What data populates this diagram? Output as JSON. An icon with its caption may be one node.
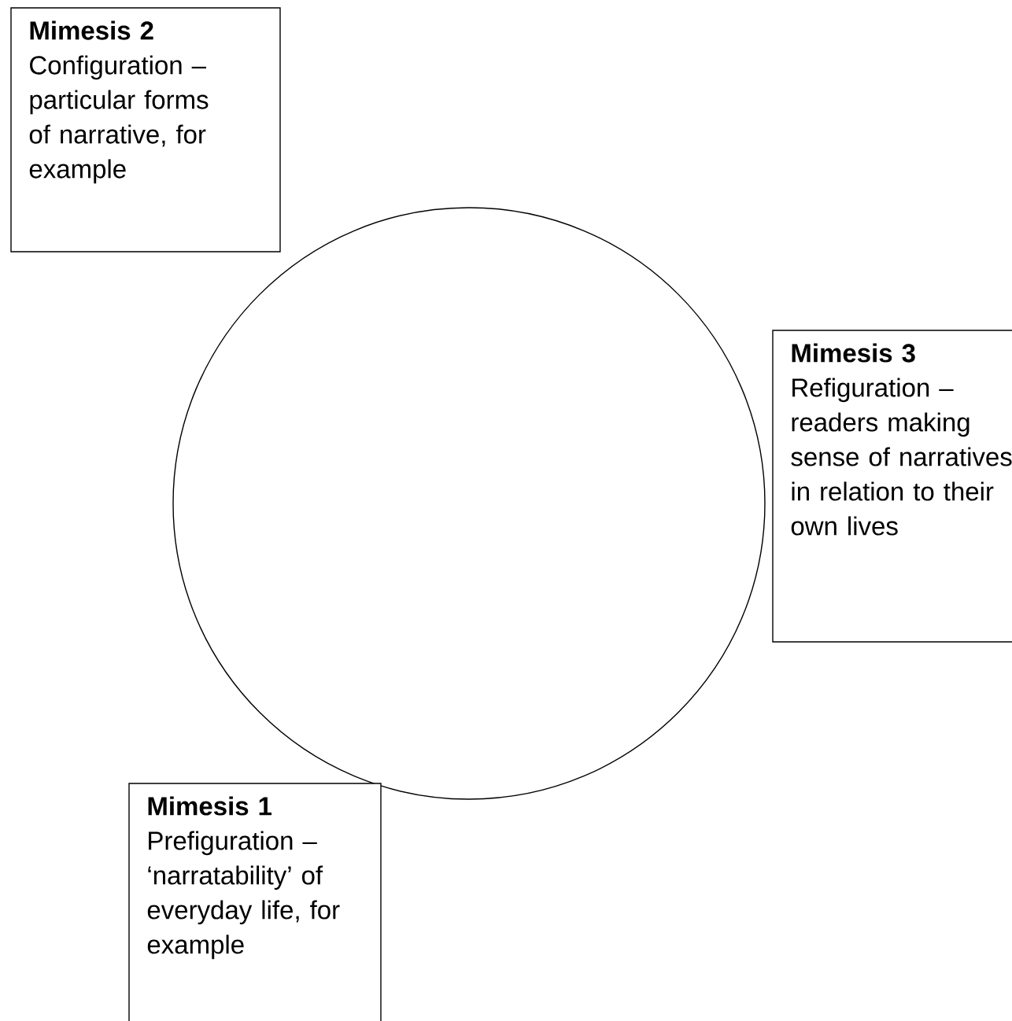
{
  "diagram": {
    "nodes": [
      {
        "text": [
          "Mimesis 2",
          "Configuration – particular forms of narrative, for example"
        ]
      },
      {
        "text": [],
        "shape": "circle"
      },
      {
        "text": [
          "Mimesis 3",
          "Refiguration – readers making sense of narratives in relation to their own lives"
        ]
      },
      {
        "text": [
          "Mimesis 1",
          "Prefiguration – ‘narratability’ of everyday life, for example"
        ]
      }
    ]
  }
}
